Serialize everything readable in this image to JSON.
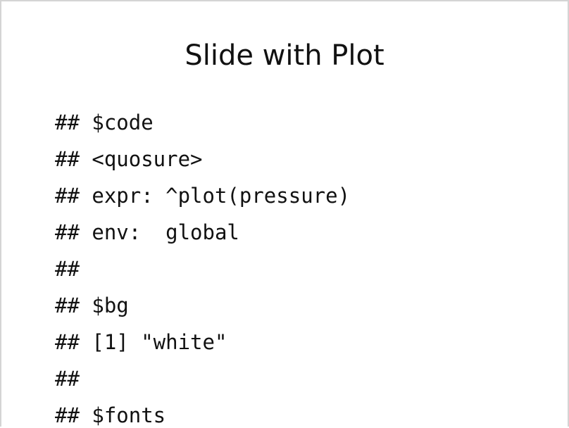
{
  "slide": {
    "title": "Slide with Plot",
    "code_lines": [
      "## $code",
      "## <quosure>",
      "## expr: ^plot(pressure)",
      "## env:  global",
      "##",
      "## $bg",
      "## [1] \"white\"",
      "##",
      "## $fonts"
    ]
  }
}
